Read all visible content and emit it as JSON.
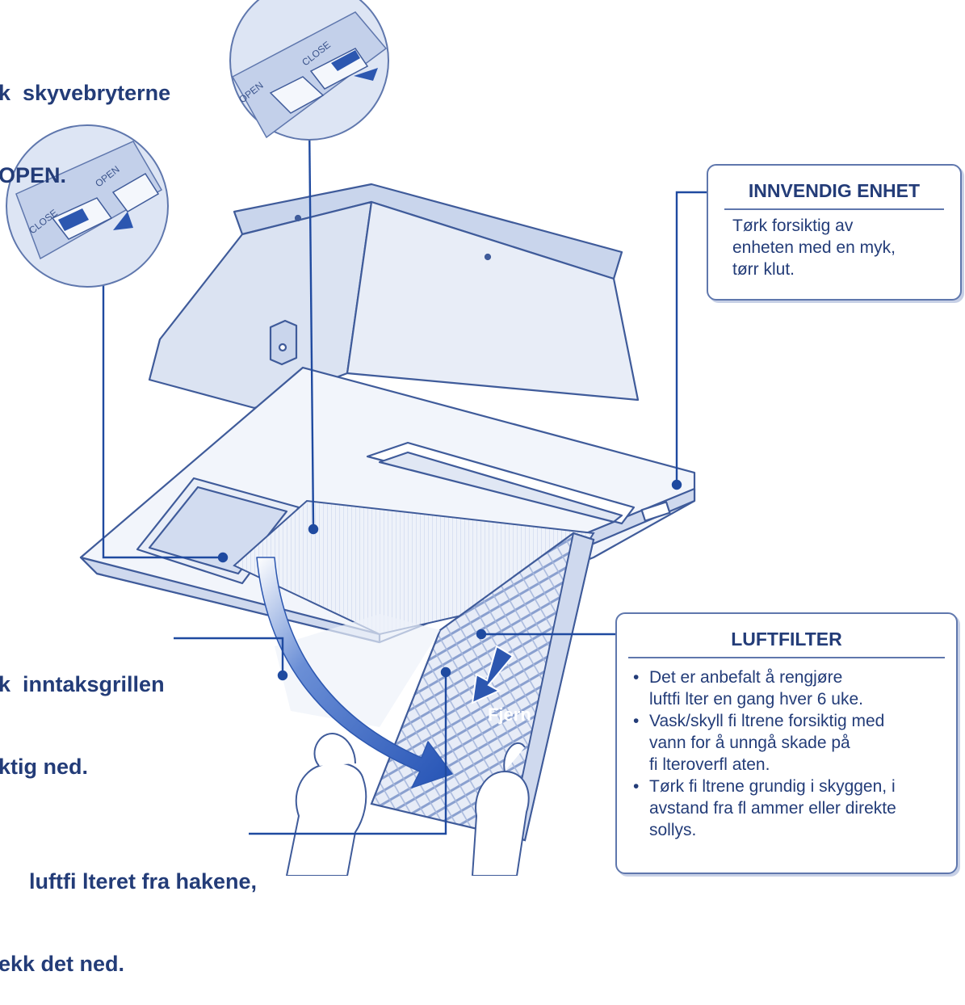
{
  "steps": {
    "step1_line1": "k  skyvebryterne",
    "step1_line2": "OPEN.",
    "step2_line1": "k  inntaksgrillen",
    "step2_line2": "ktig ned.",
    "step3_line1": "luftfi lteret fra hakene,",
    "step3_line2": "ekk det ned."
  },
  "indoor_unit": {
    "title": "INNVENDIG ENHET",
    "lines": [
      "Tørk forsiktig av",
      "enheten med en myk,",
      "tørr klut."
    ]
  },
  "air_filter": {
    "title": "LUFTFILTER",
    "bullet1": [
      "Det er anbefalt å rengjøre",
      "luftfi lter en gang hver 6 uke."
    ],
    "bullet2": [
      "Vask/skyll  fi ltrene forsiktig med",
      "vann for å unngå skade på",
      "fi lteroverfl aten."
    ],
    "bullet3": [
      "Tørk  fi ltrene grundig i skyggen, i",
      "avstand fra fl ammer eller direkte",
      "sollys."
    ]
  },
  "arrow_label": "Fjern",
  "switch_labels": {
    "open": "OPEN",
    "close": "CLOSE"
  },
  "colors": {
    "line_art": "#3f5b9a",
    "fill_light": "#dfe6f4",
    "fill_mid": "#b9c7e3",
    "arrow": "#2c57b0",
    "text": "#233c78"
  }
}
